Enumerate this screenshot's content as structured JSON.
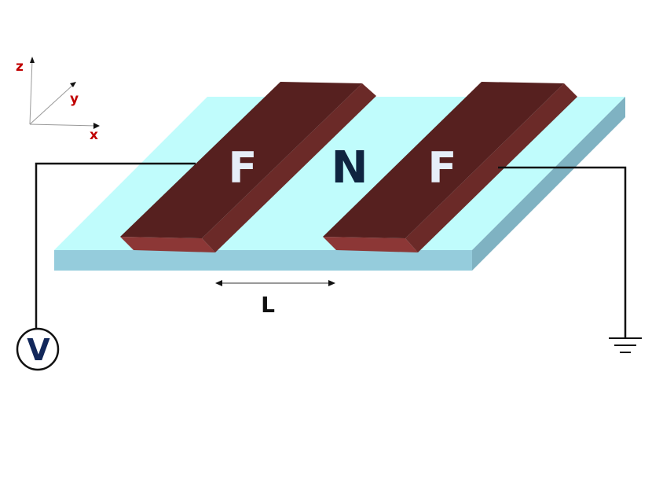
{
  "axes": {
    "z_label": "z",
    "y_label": "y",
    "x_label": "x",
    "label_color": "#c00000"
  },
  "regions": {
    "left_label": "F",
    "middle_label": "N",
    "right_label": "F"
  },
  "spacing": {
    "label": "L"
  },
  "source": {
    "label": "V"
  },
  "colors": {
    "substrate_top": "#c0fcfc",
    "substrate_front": "#95ccdc",
    "substrate_side": "#7fb2c2",
    "ferromagnet_top": "#56201f",
    "ferromagnet_side": "#6b2a28",
    "ferromagnet_front": "#8c3736",
    "f_label_color": "#e6eef8",
    "n_label_color": "#0f2440",
    "v_label_color": "#12275a"
  }
}
